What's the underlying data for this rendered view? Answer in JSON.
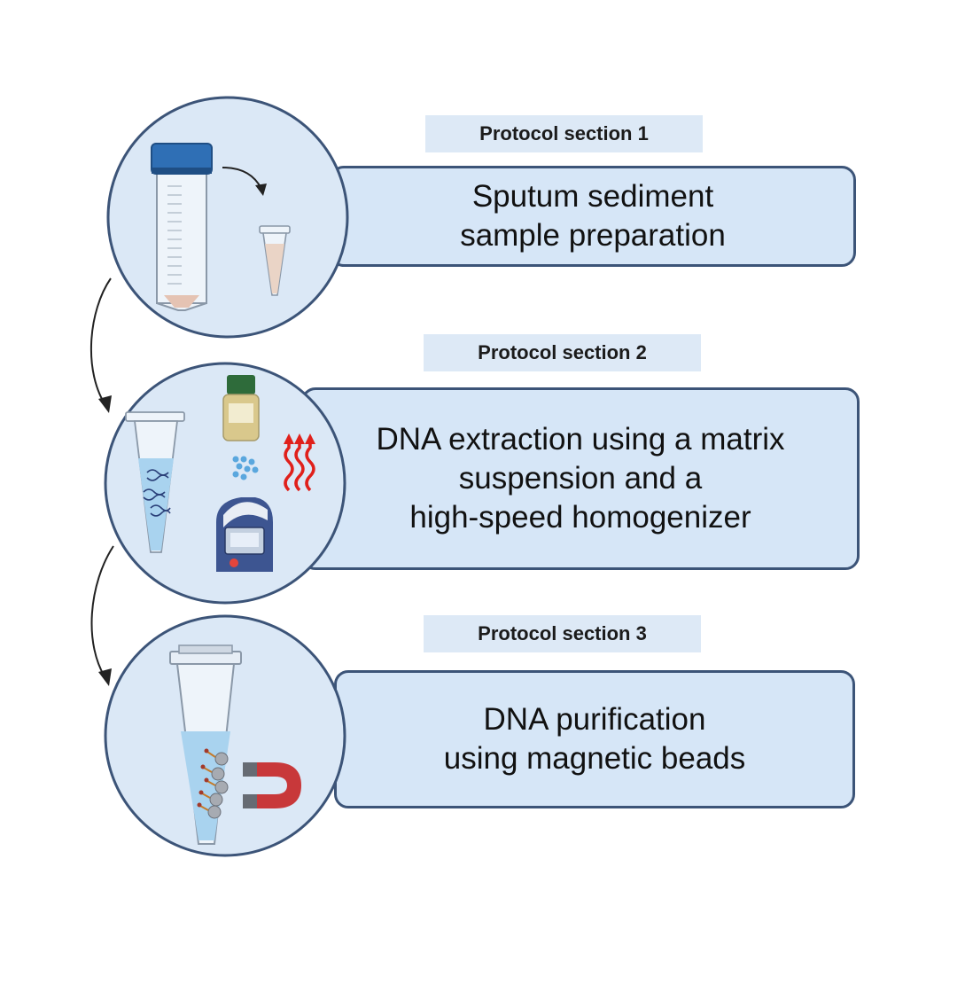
{
  "steps": [
    {
      "tag": "Protocol section 1",
      "lines": [
        "Sputum sediment",
        "sample preparation"
      ],
      "illustration": "conical-tube-to-microtube"
    },
    {
      "tag": "Protocol section 2",
      "lines": [
        "DNA extraction using a matrix",
        "suspension and a",
        "high-speed homogenizer"
      ],
      "illustration": "dna-tube-reagent-heat-homogenizer"
    },
    {
      "tag": "Protocol section 3",
      "lines": [
        "DNA purification",
        "using magnetic beads"
      ],
      "illustration": "tube-beads-magnet"
    }
  ],
  "colors": {
    "tag_bg": "#dde9f6",
    "box_bg": "#d6e6f7",
    "box_border": "#3c5478",
    "circle_bg": "#dbe8f6",
    "circle_border": "#3c5478",
    "heat": "#e0201b",
    "magnet": "#c8383a"
  }
}
